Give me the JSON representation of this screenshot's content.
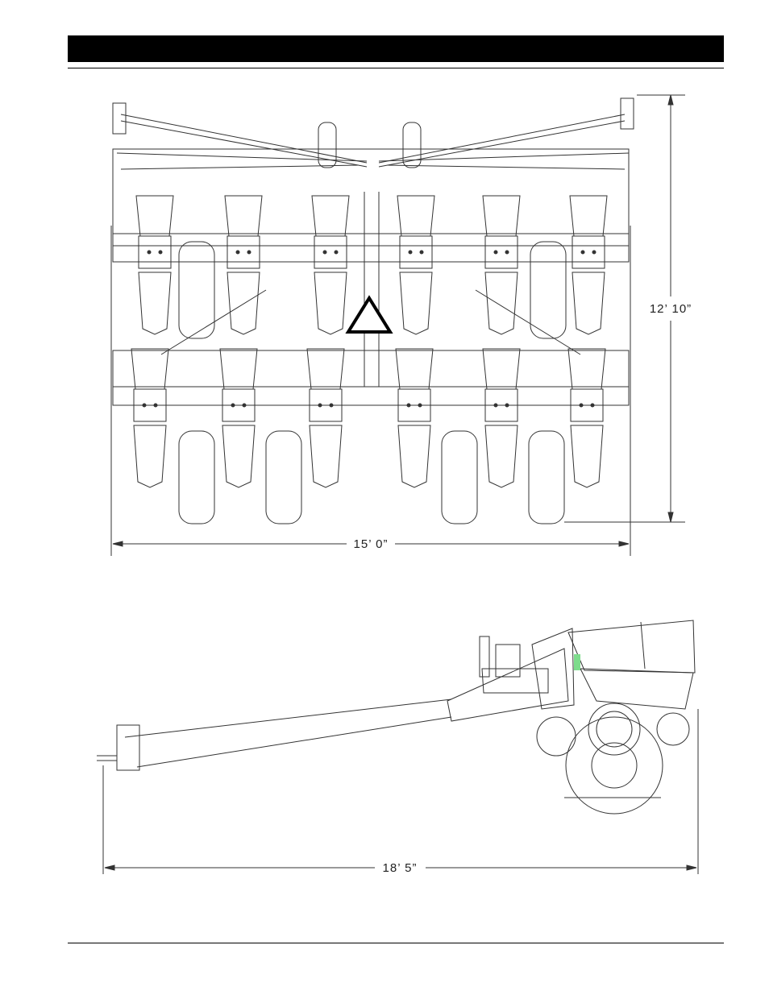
{
  "dimensions": {
    "top_width": "15’ 0”",
    "top_depth": "12’ 10”",
    "side_length": "18’ 5”"
  },
  "colors": {
    "line": "#333333",
    "header": "#000000",
    "accent": "#7ddc8c"
  }
}
